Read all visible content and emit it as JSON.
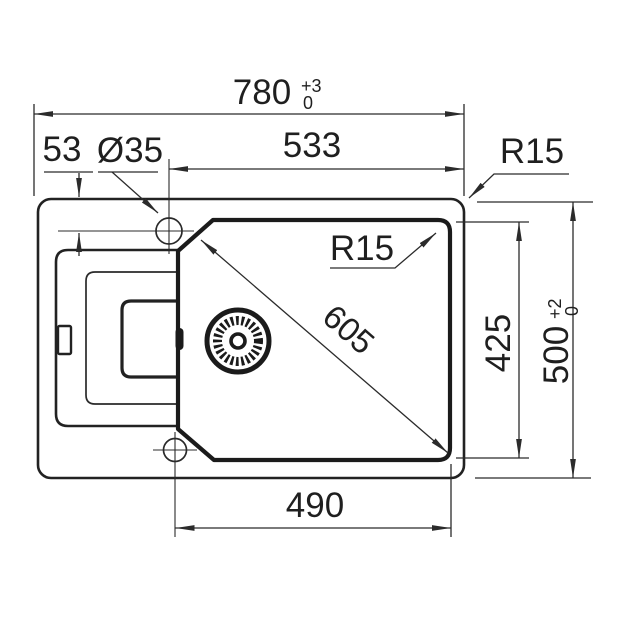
{
  "drawing": {
    "type": "technical-drawing",
    "subject": "kitchen sink top view with dimensions",
    "colors": {
      "line": "#2b2b2b",
      "outline": "#1b1b1b",
      "background": "#ffffff"
    },
    "dims": {
      "overall_width": "780",
      "overall_width_tol_plus": "+3",
      "overall_width_tol_minus": "0",
      "bowl_to_edge": "533",
      "tap_offset": "53",
      "tap_diameter": "Ø35",
      "radius_outer": "R15",
      "radius_bowl": "R15",
      "diagonal": "605",
      "bowl_depth": "425",
      "overall_depth": "500",
      "overall_depth_tol_plus": "+2",
      "overall_depth_tol_minus": "0",
      "bowl_width": "490"
    }
  }
}
